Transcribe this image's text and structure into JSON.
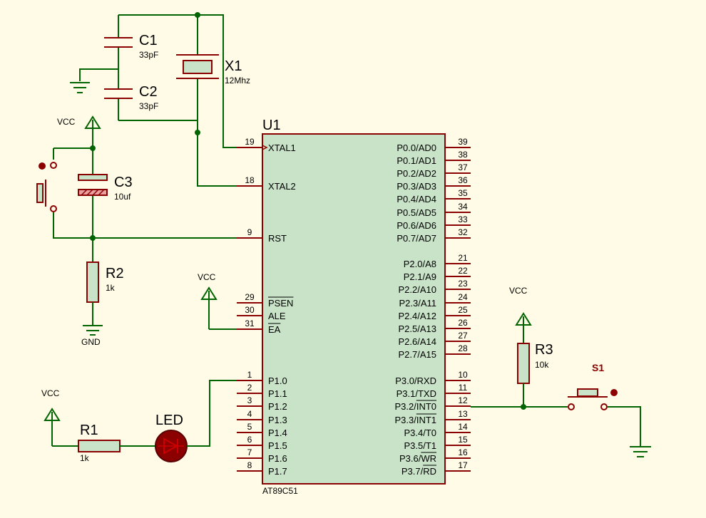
{
  "components": {
    "C1": {
      "ref": "C1",
      "value": "33pF"
    },
    "C2": {
      "ref": "C2",
      "value": "33pF"
    },
    "X1": {
      "ref": "X1",
      "value": "12Mhz"
    },
    "C3": {
      "ref": "C3",
      "value": "10uf"
    },
    "R1": {
      "ref": "R1",
      "value": "1k"
    },
    "R2": {
      "ref": "R2",
      "value": "1k"
    },
    "R3": {
      "ref": "R3",
      "value": "10k"
    },
    "S1": {
      "ref": "S1"
    },
    "LED": {
      "ref": "LED"
    },
    "U1": {
      "ref": "U1",
      "part": "AT89C51"
    }
  },
  "power": {
    "vcc": "VCC",
    "gnd": "GND"
  },
  "ic_pins": {
    "left": [
      {
        "num": "19",
        "name": "XTAL1"
      },
      {
        "num": "18",
        "name": "XTAL2"
      },
      {
        "num": "9",
        "name": "RST"
      },
      {
        "num": "29",
        "name": "PSEN",
        "overbar": true
      },
      {
        "num": "30",
        "name": "ALE"
      },
      {
        "num": "31",
        "name": "EA",
        "overbar": true
      },
      {
        "num": "1",
        "name": "P1.0"
      },
      {
        "num": "2",
        "name": "P1.1"
      },
      {
        "num": "3",
        "name": "P1.2"
      },
      {
        "num": "4",
        "name": "P1.3"
      },
      {
        "num": "5",
        "name": "P1.4"
      },
      {
        "num": "6",
        "name": "P1.5"
      },
      {
        "num": "7",
        "name": "P1.6"
      },
      {
        "num": "8",
        "name": "P1.7"
      }
    ],
    "right": [
      {
        "num": "39",
        "name": "P0.0/AD0"
      },
      {
        "num": "38",
        "name": "P0.1/AD1"
      },
      {
        "num": "37",
        "name": "P0.2/AD2"
      },
      {
        "num": "36",
        "name": "P0.3/AD3"
      },
      {
        "num": "35",
        "name": "P0.4/AD4"
      },
      {
        "num": "34",
        "name": "P0.5/AD5"
      },
      {
        "num": "33",
        "name": "P0.6/AD6"
      },
      {
        "num": "32",
        "name": "P0.7/AD7"
      },
      {
        "num": "21",
        "name": "P2.0/A8"
      },
      {
        "num": "22",
        "name": "P2.1/A9"
      },
      {
        "num": "23",
        "name": "P2.2/A10"
      },
      {
        "num": "24",
        "name": "P2.3/A11"
      },
      {
        "num": "25",
        "name": "P2.4/A12"
      },
      {
        "num": "26",
        "name": "P2.5/A13"
      },
      {
        "num": "27",
        "name": "P2.6/A14"
      },
      {
        "num": "28",
        "name": "P2.7/A15"
      },
      {
        "num": "10",
        "name": "P3.0/RXD"
      },
      {
        "num": "11",
        "name": "P3.1/TXD"
      },
      {
        "num": "12",
        "name": "P3.2/",
        "bar": "INT0"
      },
      {
        "num": "13",
        "name": "P3.3/",
        "bar": "INT1"
      },
      {
        "num": "14",
        "name": "P3.4/T0"
      },
      {
        "num": "15",
        "name": "P3.5/T1"
      },
      {
        "num": "16",
        "name": "P3.6/",
        "bar": "WR"
      },
      {
        "num": "17",
        "name": "P3.7/",
        "bar": "RD"
      }
    ]
  }
}
